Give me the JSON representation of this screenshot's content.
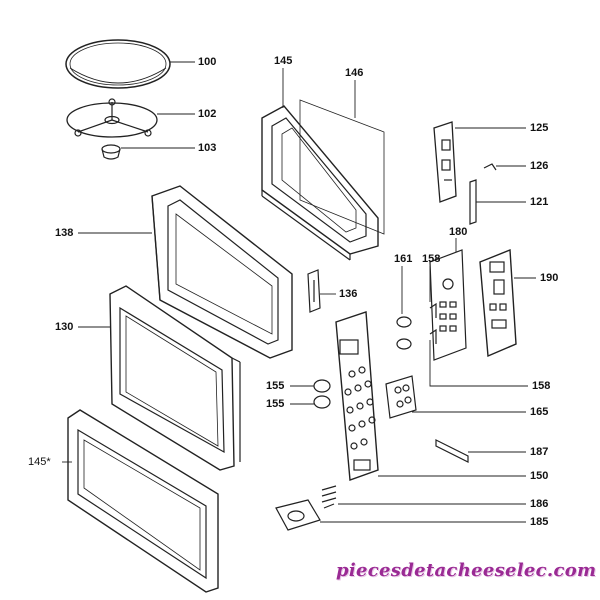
{
  "parts": {
    "p100": "100",
    "p102": "102",
    "p103": "103",
    "p145": "145",
    "p146": "146",
    "p125": "125",
    "p126": "126",
    "p121": "121",
    "p138": "138",
    "p161": "161",
    "p158a": "158",
    "p180": "180",
    "p190": "190",
    "p136": "136",
    "p130": "130",
    "p155a": "155",
    "p155b": "155",
    "p158b": "158",
    "p165": "165",
    "p187": "187",
    "p145s": "145*",
    "p150": "150",
    "p186": "186",
    "p185": "185"
  },
  "watermark": "piecesdetacheeselec.com",
  "colors": {
    "line": "#222222",
    "watermark": "#9a2a94"
  }
}
